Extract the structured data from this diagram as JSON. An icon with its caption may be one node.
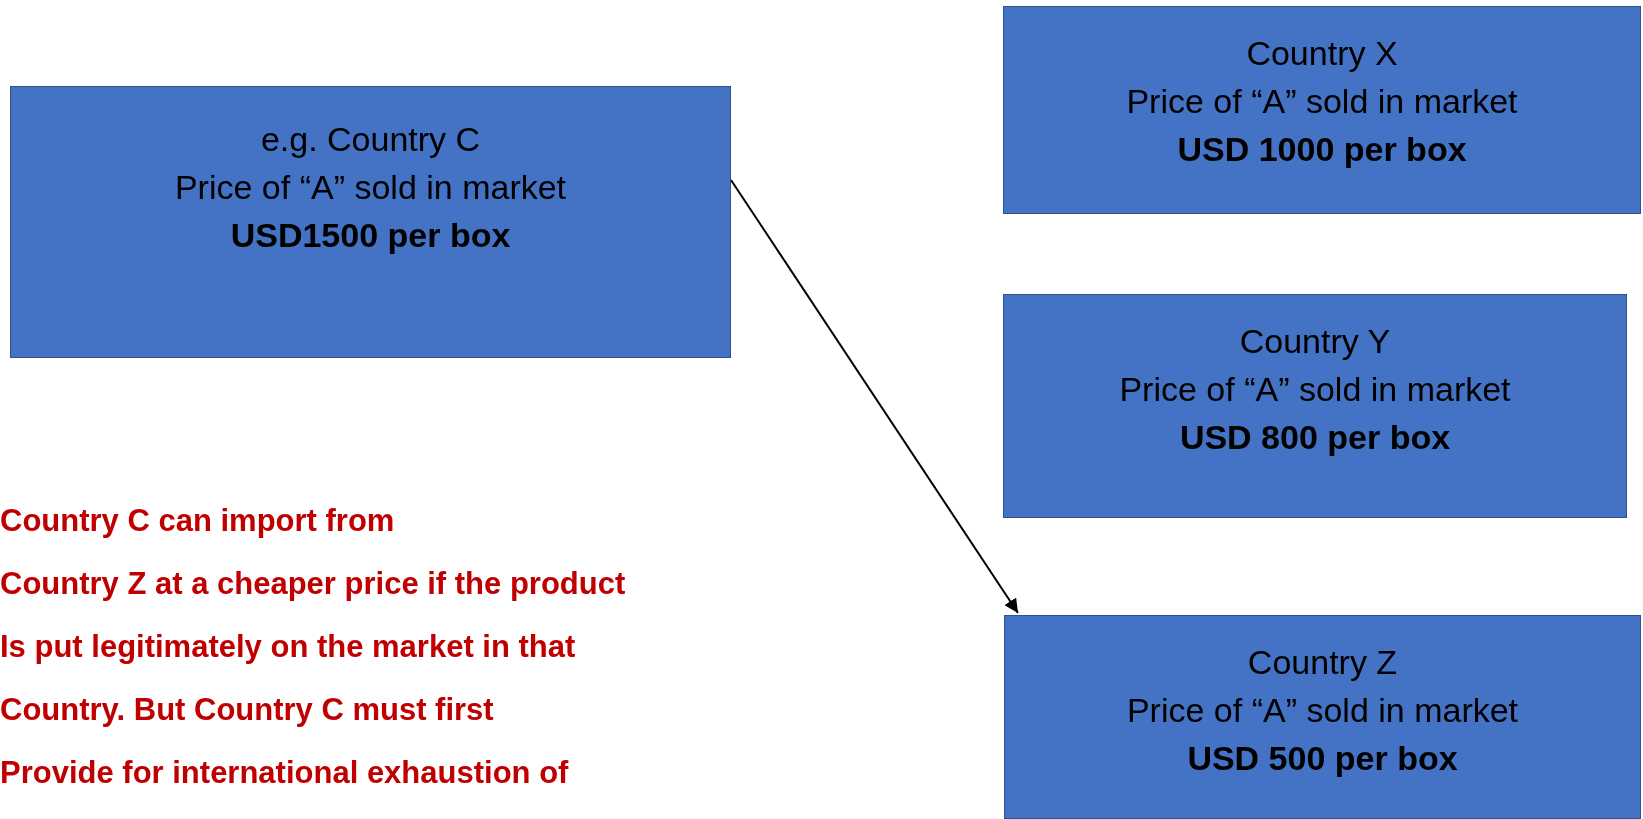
{
  "diagram": {
    "nodes": [
      {
        "text": [
          "e.g. Country C",
          "Price of “A” sold in market",
          "USD1500 per box"
        ]
      },
      {
        "text": [
          "Country X",
          "Price of “A” sold in market",
          "USD 1000 per box"
        ]
      },
      {
        "text": [
          "Country Y",
          "Price of “A” sold in market",
          "USD 800 per box"
        ]
      },
      {
        "text": [
          "Country Z",
          "Price of “A” sold in market",
          "USD 500 per box"
        ]
      }
    ],
    "edges": [
      {
        "from": 0,
        "to": 3,
        "arrow": "to"
      }
    ],
    "labels": [
      "Country C can import from",
      "Country Z at a cheaper price if the product",
      "Is put legitimately on the market in that",
      "Country. But Country C must first",
      "Provide for international exhaustion of"
    ]
  }
}
